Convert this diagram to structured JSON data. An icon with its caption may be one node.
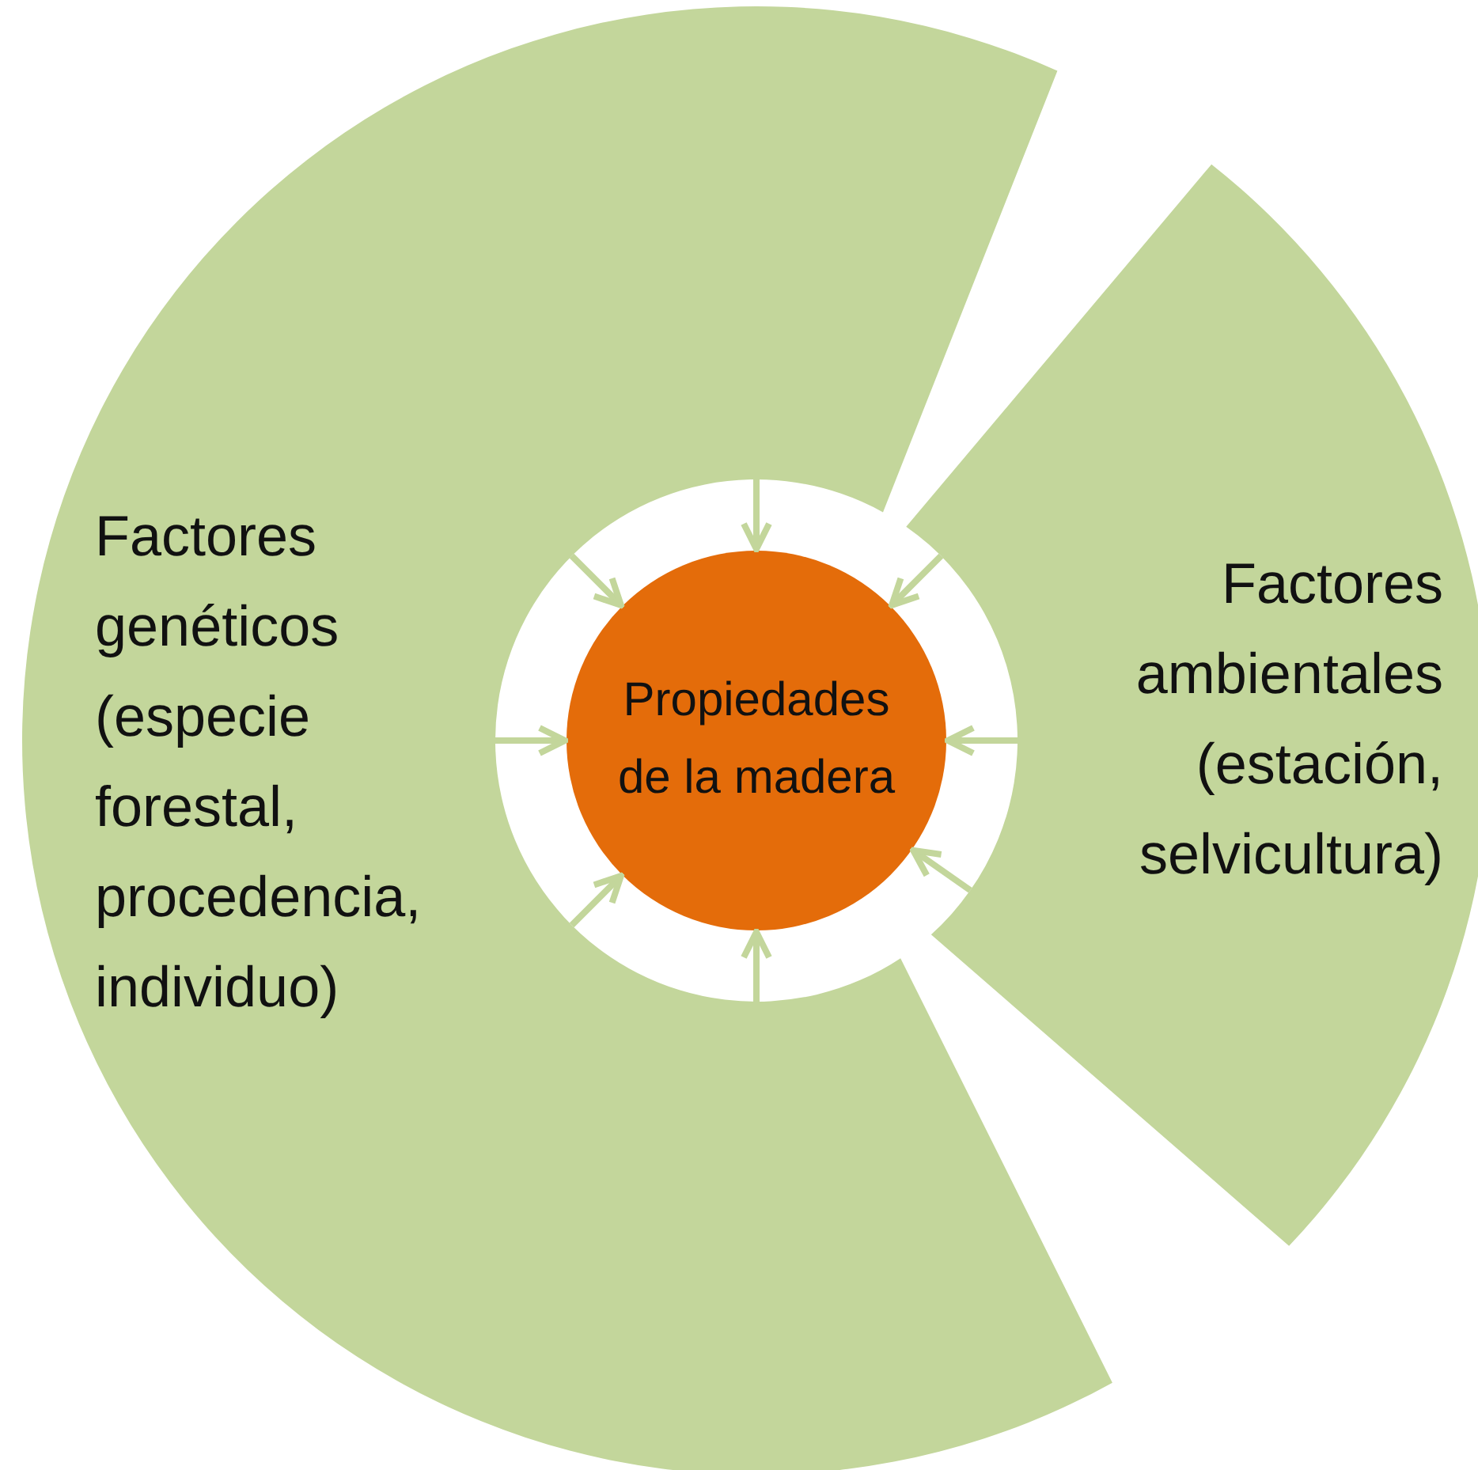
{
  "diagram": {
    "nodes": [
      {
        "text": [
          "Factores genéticos (especie forestal, procedencia, individuo)"
        ]
      },
      {
        "text": [
          "Factores ambientales (estación, selvicultura)"
        ]
      },
      {
        "text": [
          "Propiedades de la madera"
        ]
      }
    ],
    "edges": [
      {
        "from": 0,
        "to": 2,
        "arrow": "to"
      },
      {
        "from": 0,
        "to": 2,
        "arrow": "to"
      },
      {
        "from": 0,
        "to": 2,
        "arrow": "to"
      },
      {
        "from": 0,
        "to": 2,
        "arrow": "to"
      },
      {
        "from": 0,
        "to": 2,
        "arrow": "to"
      },
      {
        "from": 1,
        "to": 2,
        "arrow": "to"
      },
      {
        "from": 1,
        "to": 2,
        "arrow": "to"
      },
      {
        "from": 1,
        "to": 2,
        "arrow": "to"
      }
    ]
  }
}
